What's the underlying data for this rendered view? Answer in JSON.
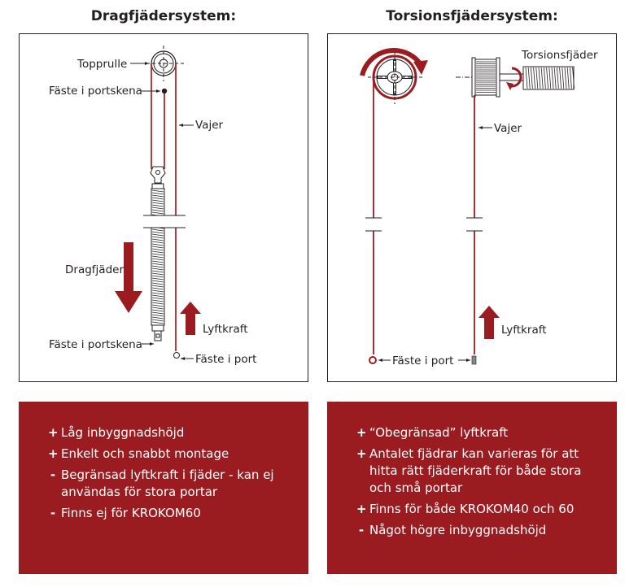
{
  "left": {
    "title": "Dragfjädersystem:",
    "labels": {
      "top_pulley": "Topprulle",
      "rail_mount_top": "Fäste i portskena",
      "cable": "Vajer",
      "spring": "Dragfjäder",
      "rail_mount_bottom": "Fäste i portskena",
      "lift_force": "Lyftkraft",
      "door_mount": "Fäste i port"
    },
    "features": [
      {
        "mark": "+",
        "text": "Låg inbyggnadshöjd"
      },
      {
        "mark": "+",
        "text": "Enkelt och snabbt montage"
      },
      {
        "mark": "-",
        "text": "Begränsad lyftkraft i fjäder - kan ej användas för stora portar"
      },
      {
        "mark": "-",
        "text": "Finns ej för KROKOM60"
      }
    ]
  },
  "right": {
    "title": "Torsionsfjädersystem:",
    "labels": {
      "spring": "Torsionsfjäder",
      "cable": "Vajer",
      "lift_force": "Lyftkraft",
      "door_mount": "Fäste i port"
    },
    "features": [
      {
        "mark": "+",
        "text": "“Obegränsad” lyftkraft"
      },
      {
        "mark": "+",
        "text": "Antalet fjädrar kan varieras för att hitta rätt fjäderkraft för både stora och små portar"
      },
      {
        "mark": "+",
        "text": "Finns för både KROKOM40 och 60"
      },
      {
        "mark": "-",
        "text": "Något högre inbyggnadshöjd"
      }
    ]
  },
  "colors": {
    "accent": "#9b1c20",
    "cable": "#b3272d"
  }
}
